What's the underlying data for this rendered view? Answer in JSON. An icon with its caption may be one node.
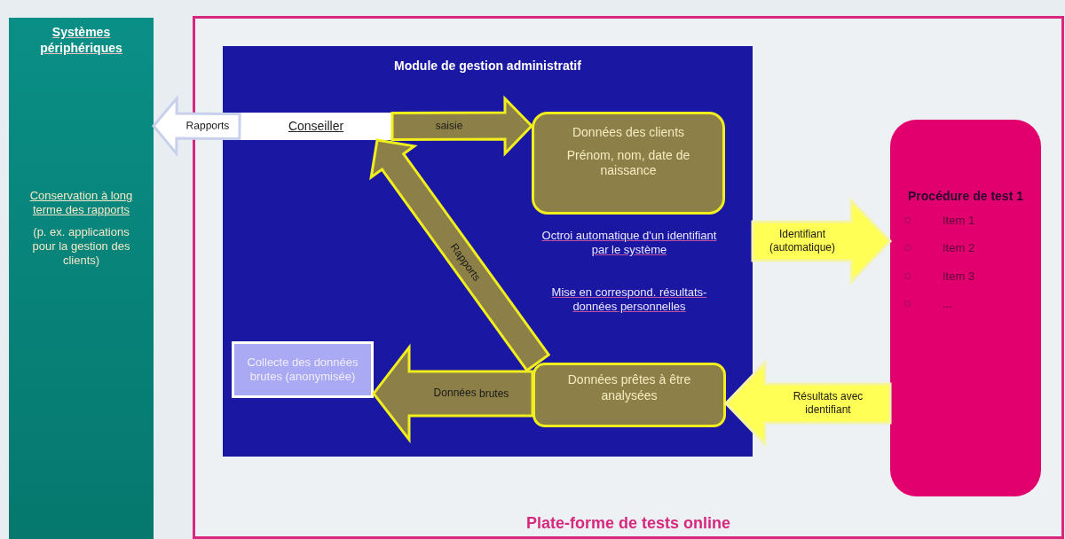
{
  "diagram": {
    "nodes": [
      {
        "text": [
          "Systèmes périphériques",
          "Conservation à long terme des rapports",
          "(p. ex. applications pour la gestion des clients)"
        ]
      },
      {
        "text": [
          "Plate-forme de tests online"
        ]
      },
      {
        "text": [
          "Module de gestion administratif"
        ],
        "in": 1
      },
      {
        "text": [
          "Conseiller"
        ],
        "in": 2
      },
      {
        "text": [
          "Données des clients",
          "Prénom, nom, date de naissance"
        ],
        "in": 2
      },
      {
        "text": [
          "Données prêtes à être analysées"
        ],
        "in": 2
      },
      {
        "text": [
          "Collecte des données brutes (anonymisée)"
        ],
        "in": 2
      },
      {
        "text": [
          "Procédure de test 1",
          "Item 1",
          "Item 2",
          "Item 3",
          "..."
        ],
        "in": 1
      }
    ],
    "edges": [
      {
        "from": 3,
        "to": 0,
        "arrow": "to",
        "label": "Rapports",
        "color": "#ffffff"
      },
      {
        "from": 3,
        "to": 4,
        "arrow": "to",
        "label": "saisie"
      },
      {
        "from": 5,
        "to": 3,
        "arrow": "to",
        "label": "Rapports"
      },
      {
        "from": 2,
        "to": 7,
        "arrow": "to",
        "label": "Identifiant (automatique)",
        "color": "#ffff55"
      },
      {
        "from": 7,
        "to": 5,
        "arrow": "to",
        "label": "Résultats avec identifiant",
        "color": "#ffff55"
      },
      {
        "from": 5,
        "to": 6,
        "arrow": "to",
        "label": "Données brutes"
      }
    ],
    "labels": [
      "Octroi automatique d'un identifiant par le système",
      "Mise en correspond. résultats-données personnelles"
    ]
  }
}
